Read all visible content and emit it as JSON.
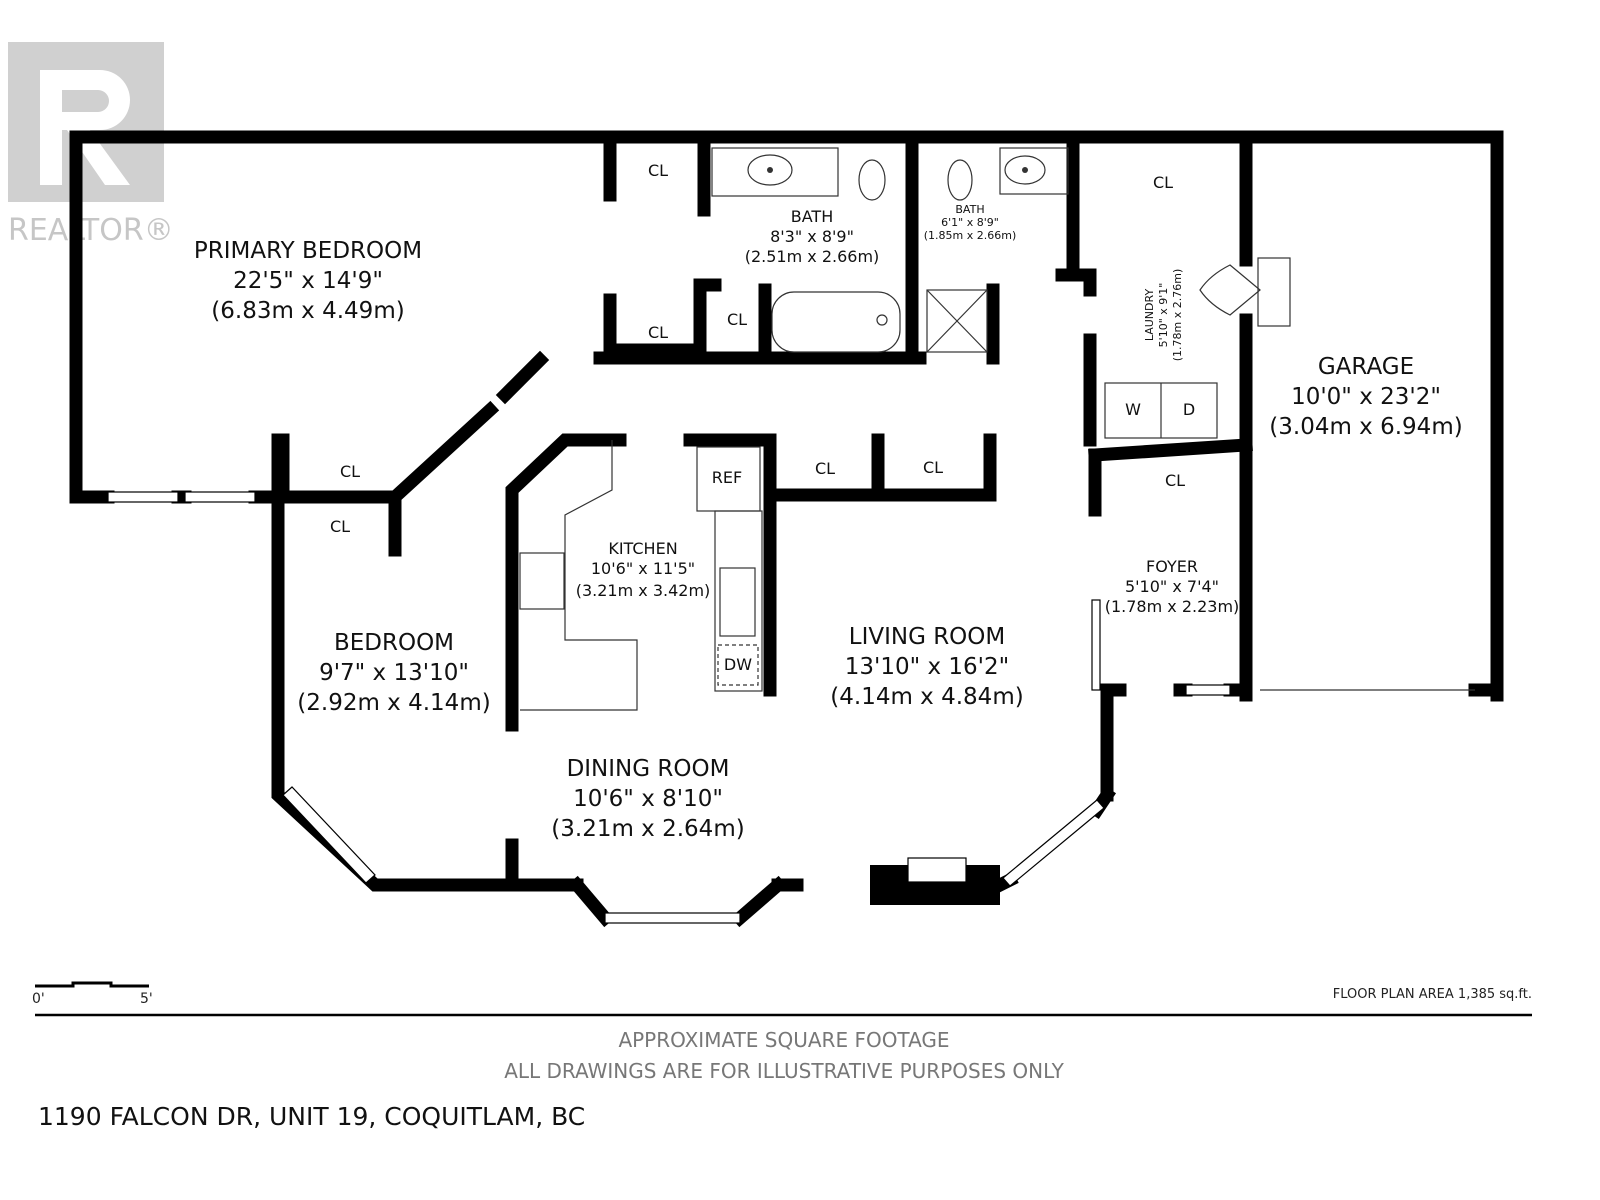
{
  "watermark": {
    "brand": "REALTOR"
  },
  "rooms": {
    "primary_bedroom": {
      "name": "PRIMARY BEDROOM",
      "imperial": "22'5\" x 14'9\"",
      "metric": "(6.83m x 4.49m)"
    },
    "bath1": {
      "name": "BATH",
      "imperial": "8'3\" x 8'9\"",
      "metric": "(2.51m x 2.66m)"
    },
    "bath2": {
      "name": "BATH",
      "imperial": "6'1\" x 8'9\"",
      "metric": "(1.85m x 2.66m)"
    },
    "laundry": {
      "name": "LAUNDRY",
      "imperial": "5'10\" x 9'1\"",
      "metric": "(1.78m x 2.76m)"
    },
    "garage": {
      "name": "GARAGE",
      "imperial": "10'0\" x 23'2\"",
      "metric": "(3.04m x 6.94m)"
    },
    "kitchen": {
      "name": "KITCHEN",
      "imperial": "10'6\" x 11'5\"",
      "metric": "(3.21m x 3.42m)"
    },
    "bedroom": {
      "name": "BEDROOM",
      "imperial": "9'7\" x 13'10\"",
      "metric": "(2.92m x 4.14m)"
    },
    "living_room": {
      "name": "LIVING ROOM",
      "imperial": "13'10\" x 16'2\"",
      "metric": "(4.14m x 4.84m)"
    },
    "dining_room": {
      "name": "DINING ROOM",
      "imperial": "10'6\" x 8'10\"",
      "metric": "(3.21m x 2.64m)"
    },
    "foyer": {
      "name": "FOYER",
      "imperial": "5'10\" x 7'4\"",
      "metric": "(1.78m x 2.23m)"
    }
  },
  "fixtures": {
    "closet": "CL",
    "ref": "REF",
    "dw": "DW",
    "washer": "W",
    "dryer": "D"
  },
  "scale": {
    "start": "0'",
    "end": "5'"
  },
  "area": "FLOOR PLAN AREA 1,385 sq.ft.",
  "disclaimer": [
    "APPROXIMATE SQUARE FOOTAGE",
    "ALL DRAWINGS ARE FOR ILLUSTRATIVE PURPOSES ONLY"
  ],
  "address": "1190 FALCON DR, UNIT 19, COQUITLAM, BC"
}
